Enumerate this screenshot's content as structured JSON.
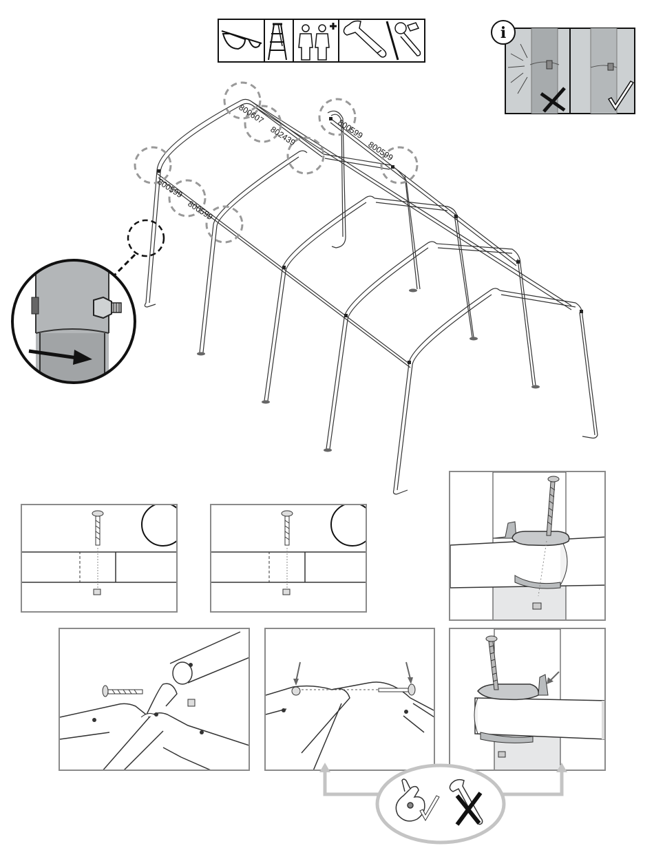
{
  "tools": {
    "items": [
      "safety-glasses-icon",
      "step-ladder-icon",
      "two-person-icon",
      "adjustable-wrench-icon",
      "socket-wrench-icon"
    ]
  },
  "info_box": {
    "glyph": "i",
    "states": [
      "incorrect",
      "correct"
    ]
  },
  "frame": {
    "part_numbers": [
      "800607",
      "802439",
      "800599",
      "800599",
      "800599",
      "800599"
    ]
  },
  "bottom_note": {
    "states": [
      "hand-tighten-correct",
      "no-wrench-incorrect"
    ]
  }
}
